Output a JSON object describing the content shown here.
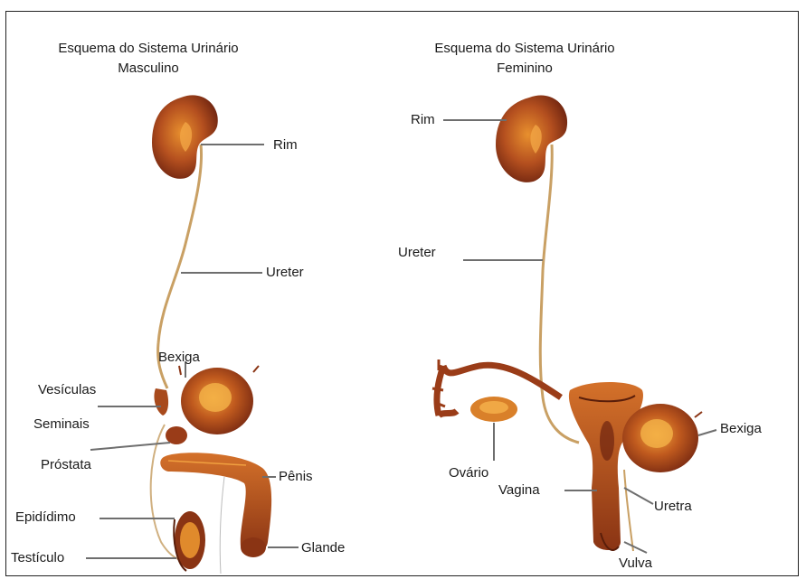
{
  "male": {
    "title_line1": "Esquema do Sistema Urinário",
    "title_line2": "Masculino",
    "labels": {
      "rim": "Rim",
      "ureter": "Ureter",
      "bexiga": "Bexiga",
      "vesiculas": "Vesículas",
      "seminais": "Seminais",
      "prostata": "Próstata",
      "penis": "Pênis",
      "epididimo": "Epidídimo",
      "testiculo": "Testículo",
      "glande": "Glande"
    }
  },
  "female": {
    "title_line1": "Esquema do Sistema Urinário",
    "title_line2": "Feminino",
    "labels": {
      "rim": "Rim",
      "ureter": "Ureter",
      "bexiga": "Bexiga",
      "ovario": "Ovário",
      "vagina": "Vagina",
      "uretra": "Uretra",
      "vulva": "Vulva"
    }
  },
  "colors": {
    "organ_dark": "#7a2a12",
    "organ_mid": "#b5501f",
    "organ_light": "#e8902e",
    "duct": "#c9a064",
    "leader": "#6e6e6e"
  }
}
